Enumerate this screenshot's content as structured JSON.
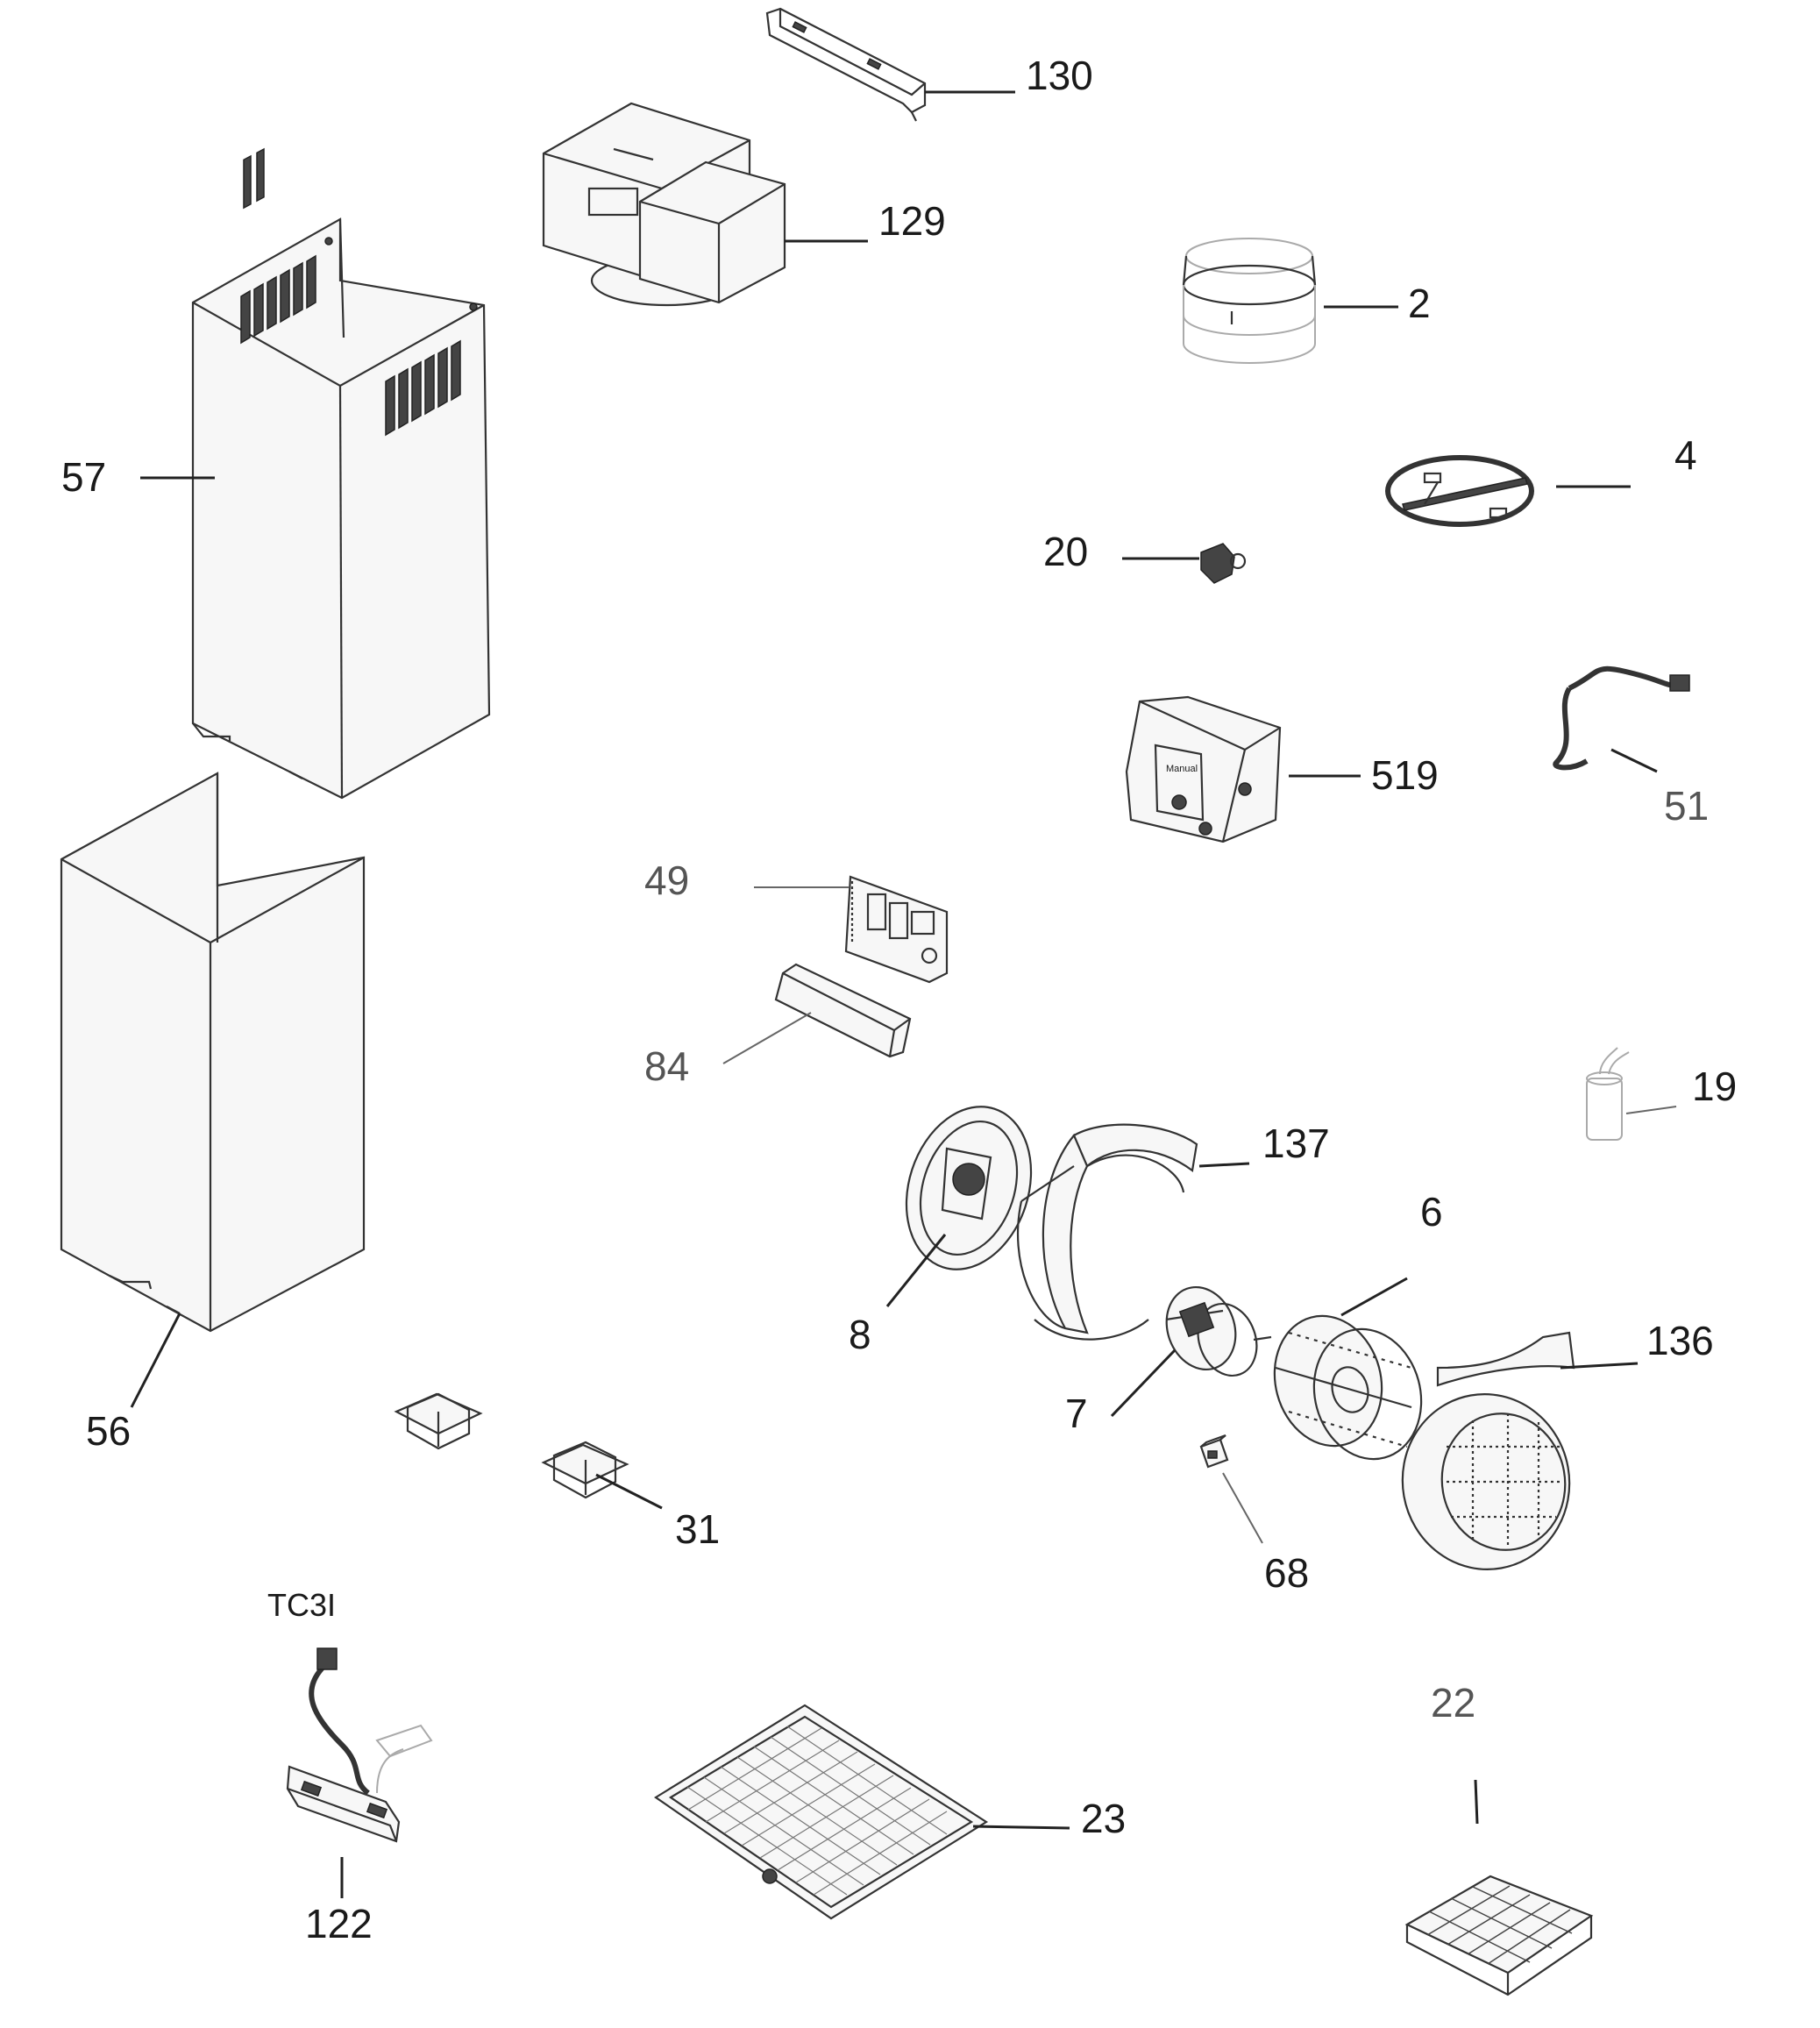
{
  "labels": {
    "p130": "130",
    "p129": "129",
    "p2": "2",
    "p4": "4",
    "p57": "57",
    "p20": "20",
    "p519": "519",
    "p51": "51",
    "p49": "49",
    "p84": "84",
    "p19": "19",
    "p137": "137",
    "p6": "6",
    "p8": "8",
    "p136": "136",
    "p7": "7",
    "p56": "56",
    "p31": "31",
    "p68": "68",
    "tc3i": "TC3I",
    "p22": "22",
    "p23": "23",
    "p122": "122",
    "manual": "Manual"
  }
}
